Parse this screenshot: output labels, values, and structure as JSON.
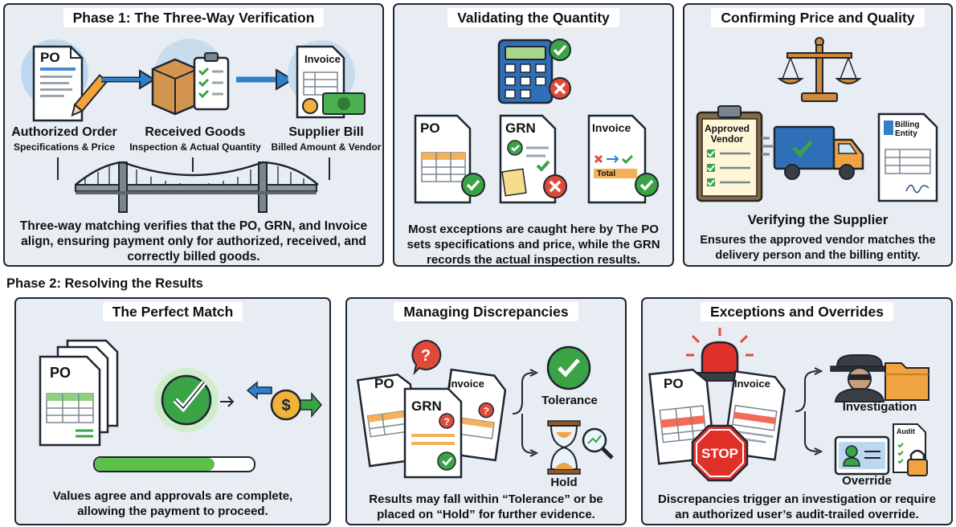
{
  "phase1": {
    "title": "Phase 1: The Three-Way Verification",
    "doc_po": "PO",
    "doc_invoice": "Invoice",
    "authorized": {
      "main": "Authorized Order",
      "sub": "Specifications & Price"
    },
    "received": {
      "main": "Received Goods",
      "sub": "Inspection & Actual Quantity"
    },
    "supplier": {
      "main": "Supplier Bill",
      "sub": "Billed Amount & Vendor"
    },
    "caption": "Three-way matching verifies that the PO, GRN, and Invoice align, ensuring payment only for authorized, received, and correctly billed goods."
  },
  "quantity": {
    "title": "Validating the Quantity",
    "doc_po": "PO",
    "doc_grn": "GRN",
    "doc_invoice": "Invoice",
    "total": "Total",
    "caption": "Most exceptions are caught here by The PO sets specifications and price, while the GRN records the actual inspection results."
  },
  "price": {
    "title": "Confirming Price and Quality",
    "approved_vendor": "Approved Vendor",
    "billing_entity": "Billing Entity",
    "subtitle": "Verifying the Supplier",
    "caption": "Ensures the approved vendor matches the delivery person and the billing entity."
  },
  "phase2": {
    "title": "Phase 2: Resolving the Results"
  },
  "perfect": {
    "title": "The Perfect Match",
    "doc_po": "PO",
    "progress": 0.75,
    "caption": "Values agree and approvals are complete, allowing the payment to proceed."
  },
  "discrepancies": {
    "title": "Managing Discrepancies",
    "doc_po": "PO",
    "doc_grn": "GRN",
    "doc_invoice": "Invoice",
    "tolerance": "Tolerance",
    "hold": "Hold",
    "caption": "Results may fall within “Tolerance” or be placed on “Hold” for further evidence."
  },
  "exceptions": {
    "title": "Exceptions and Overrides",
    "doc_po": "PO",
    "doc_invoice": "Invoice",
    "stop": "STOP",
    "audit": "Audit",
    "investigation": "Investigation",
    "override": "Override",
    "caption": "Discrepancies trigger an investigation or require an authorized user’s audit-trailed override."
  },
  "colors": {
    "panel_bg": "#e8edf3",
    "border": "#1f2630",
    "green": "#3aa346",
    "red": "#e04a3a",
    "blue_accent": "#2f7fc9",
    "orange": "#f0a341"
  }
}
